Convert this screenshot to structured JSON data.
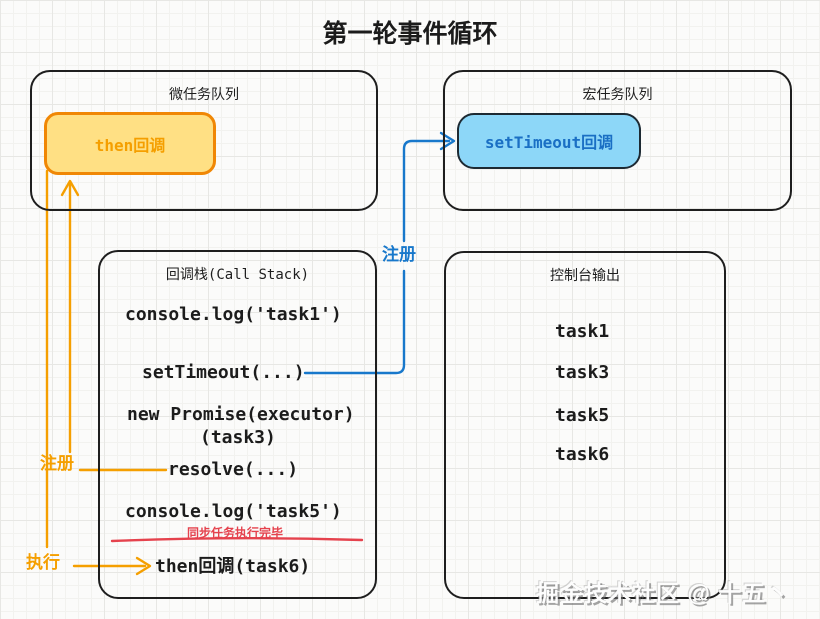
{
  "title": "第一轮事件循环",
  "watermark": "掘金技术社区 @ 十五丶",
  "colors": {
    "ink": "#1e1e1e",
    "orange": "#f59f00",
    "orange_border": "#f08705",
    "yellow_fill": "#ffe084",
    "blue": "#1878cb",
    "blue_fill": "#8dd7f8",
    "red": "#e5424d"
  },
  "microtask_queue": {
    "title": "微任务队列",
    "item": "then回调"
  },
  "macrotask_queue": {
    "title": "宏任务队列",
    "item": "setTimeout回调"
  },
  "call_stack": {
    "title": "回调栈(Call Stack)",
    "lines": [
      "console.log('task1')",
      "setTimeout(...)",
      "new Promise(executor)",
      "(task3)",
      "resolve(...)",
      "console.log('task5')",
      "then回调(task6)"
    ],
    "divider_label": "同步任务执行完毕"
  },
  "console_output": {
    "title": "控制台输出",
    "lines": [
      "task1",
      "task3",
      "task5",
      "task6"
    ]
  },
  "flow_labels": {
    "register_macrotask": "注册",
    "register_microtask": "注册",
    "execute": "执行"
  }
}
